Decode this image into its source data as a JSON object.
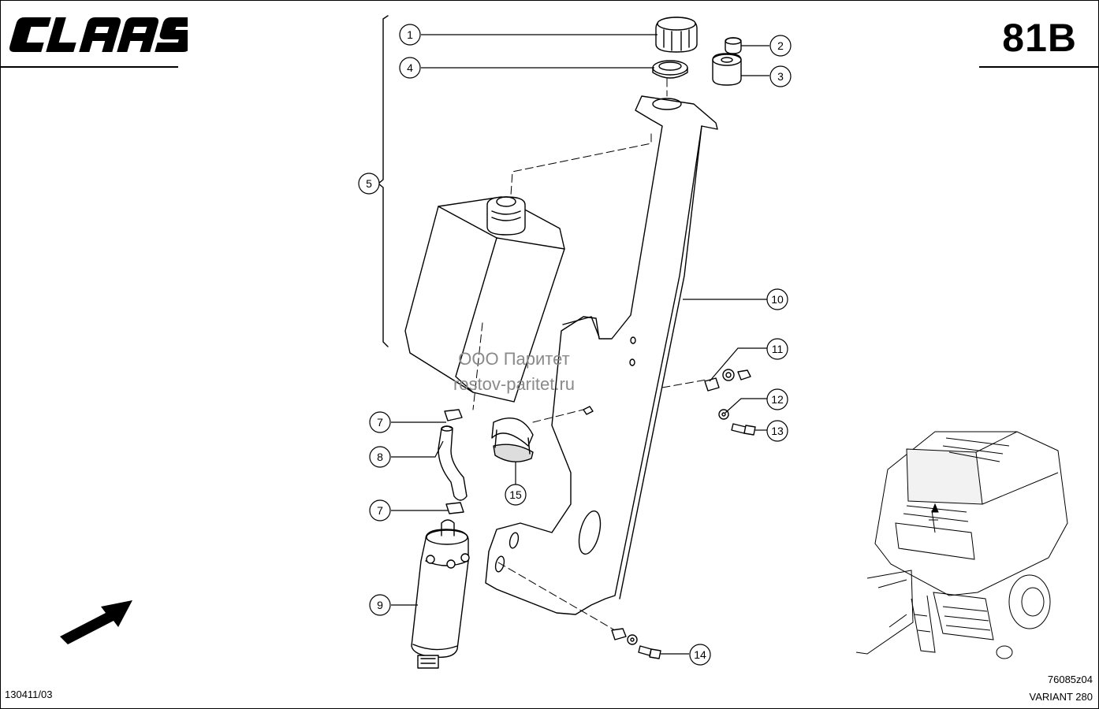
{
  "header": {
    "brand_logo": "CLAAS",
    "page_code": "81B"
  },
  "footer": {
    "doc_number": "130411/03",
    "drawing_number": "76085z04",
    "model": "VARIANT 280"
  },
  "watermark": {
    "company": "ООО Паритет",
    "site": "rostov-paritet.ru"
  },
  "callouts": [
    "1",
    "2",
    "3",
    "4",
    "5",
    "7",
    "8",
    "7",
    "9",
    "10",
    "11",
    "12",
    "13",
    "14",
    "15"
  ],
  "icons": {
    "direction_arrow": "direction-arrow-icon",
    "baler_overview": "baler-thumbnail"
  }
}
